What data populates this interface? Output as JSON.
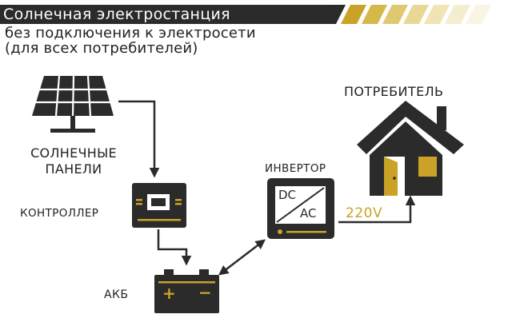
{
  "title": "Солнечная электростанция",
  "subtitle_line1": "без подключения к электросети",
  "subtitle_line2": "(для всех потребителей)",
  "labels": {
    "solar_panels_line1": "СОЛНЕЧНЫЕ",
    "solar_panels_line2": "ПАНЕЛИ",
    "controller": "КОНТРОЛЛЕР",
    "inverter": "ИНВЕРТОР",
    "battery": "АКБ",
    "consumer": "ПОТРЕБИТЕЛЬ",
    "voltage": "220V",
    "inverter_dc": "DC",
    "inverter_ac": "AC",
    "battery_plus": "+",
    "battery_minus": "−"
  },
  "colors": {
    "dark": "#2b2b2b",
    "accent": "#c9a227",
    "background": "#ffffff"
  }
}
